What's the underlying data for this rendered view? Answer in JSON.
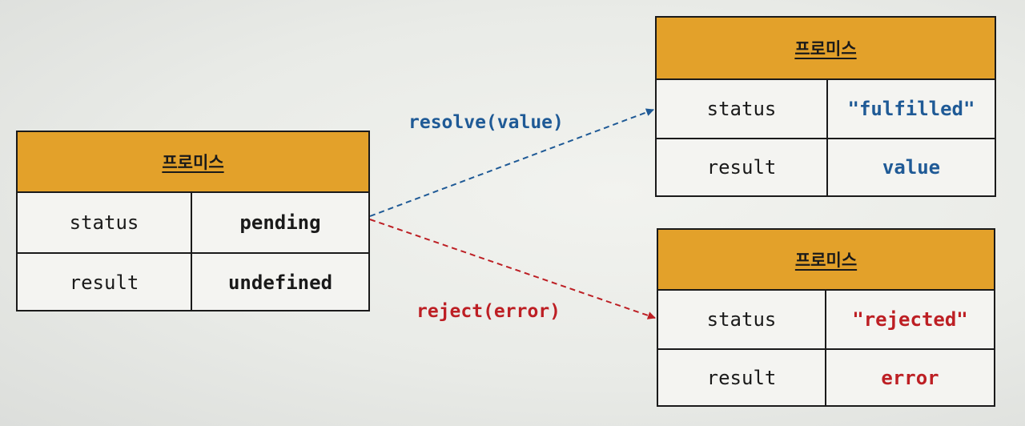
{
  "colors": {
    "header_fill": "#e3a12a",
    "resolve": "#1f5a96",
    "reject": "#bd1f24"
  },
  "pending_box": {
    "title": "프로미스",
    "status_key": "status",
    "status_value": "pending",
    "result_key": "result",
    "result_value": "undefined"
  },
  "fulfilled_box": {
    "title": "프로미스",
    "status_key": "status",
    "status_value": "\"fulfilled\"",
    "result_key": "result",
    "result_value": "value"
  },
  "rejected_box": {
    "title": "프로미스",
    "status_key": "status",
    "status_value": "\"rejected\"",
    "result_key": "result",
    "result_value": "error"
  },
  "arrows": {
    "resolve_label": "resolve(value)",
    "reject_label": "reject(error)"
  }
}
